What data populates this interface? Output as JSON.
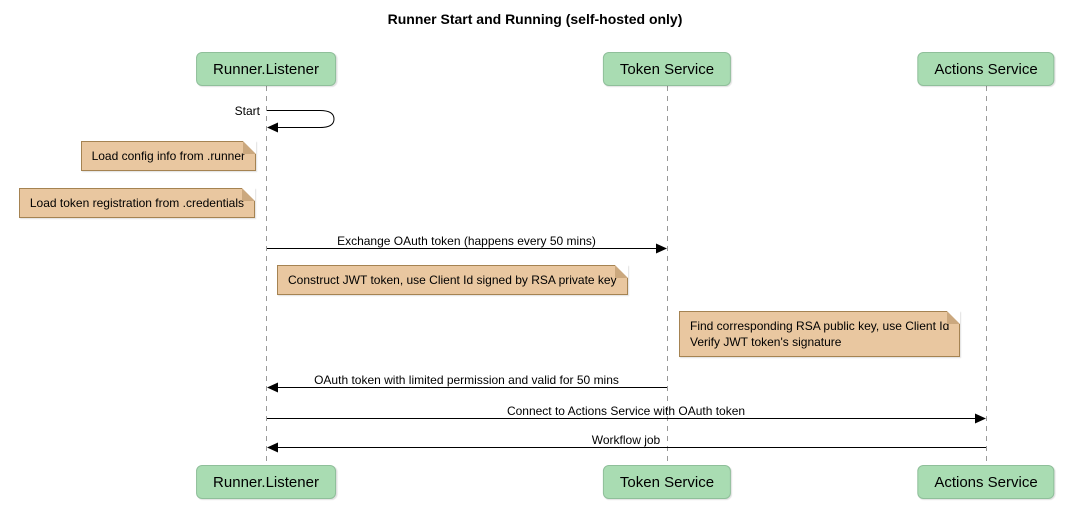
{
  "title": "Runner Start and Running (self-hosted only)",
  "participants": [
    {
      "name": "Runner.Listener"
    },
    {
      "name": "Token Service"
    },
    {
      "name": "Actions Service"
    }
  ],
  "messages": {
    "start": "Start",
    "exchange_oauth": "Exchange OAuth token (happens every 50 mins)",
    "oauth_return": "OAuth token with limited permission and valid for 50 mins",
    "connect": "Connect to Actions Service with OAuth token",
    "workflow_job": "Workflow job"
  },
  "notes": {
    "load_config": "Load config info from .runner",
    "load_token_registration": "Load token registration from .credentials",
    "construct_jwt": "Construct JWT token, use Client Id signed by RSA private key",
    "verify_jwt_line1": "Find corresponding RSA public key, use Client Id",
    "verify_jwt_line2": "Verify JWT token's signature"
  },
  "colors": {
    "background": "#FFFFFF",
    "participant_bg": "#A9DCB2",
    "participant_border": "#8FBF9A",
    "note_bg": "#E9C7A0",
    "note_border": "#A58352",
    "note_fold": "#CBA87E",
    "lifeline": "#999999",
    "arrow": "#000000"
  }
}
